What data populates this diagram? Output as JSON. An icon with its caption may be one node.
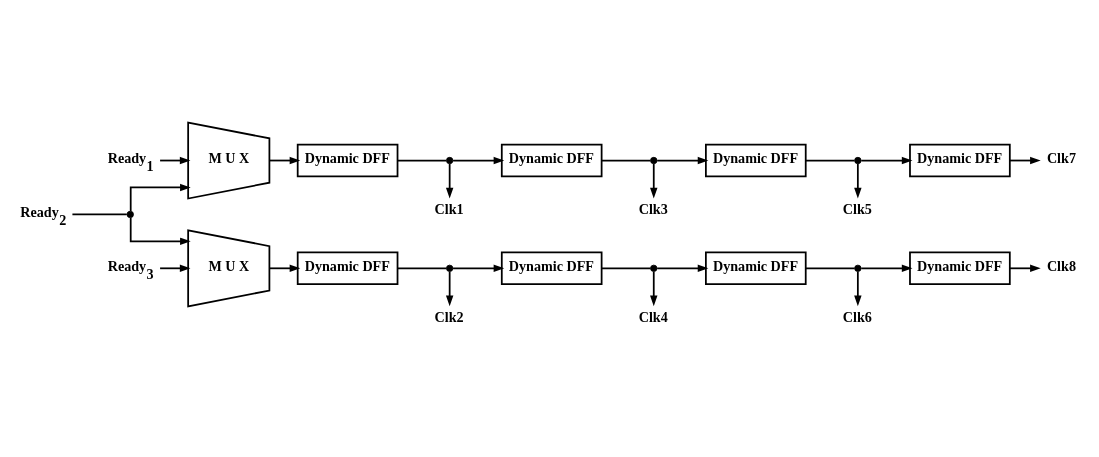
{
  "diagram": {
    "nodes": [
      {
        "text": [
          "Ready$_{1}$"
        ]
      },
      {
        "text": [
          "Ready$_{2}$"
        ]
      },
      {
        "text": [
          "Ready$_{3}$"
        ]
      },
      {
        "text": [],
        "shape": "circle"
      },
      {
        "text": [
          "M U X"
        ]
      },
      {
        "text": [
          "M U X"
        ]
      },
      {
        "text": [
          "Dynamic DFF"
        ]
      },
      {
        "text": [],
        "shape": "circle"
      },
      {
        "text": [
          "Clk1"
        ]
      },
      {
        "text": [
          "Dynamic DFF"
        ]
      },
      {
        "text": [],
        "shape": "circle"
      },
      {
        "text": [
          "Clk3"
        ]
      },
      {
        "text": [
          "Dynamic DFF"
        ]
      },
      {
        "text": [],
        "shape": "circle"
      },
      {
        "text": [
          "Clk5"
        ]
      },
      {
        "text": [
          "Dynamic DFF"
        ]
      },
      {
        "text": [
          "Clk7"
        ]
      },
      {
        "text": [
          "Dynamic DFF"
        ]
      },
      {
        "text": [],
        "shape": "circle"
      },
      {
        "text": [
          "Clk2"
        ]
      },
      {
        "text": [
          "Dynamic DFF"
        ]
      },
      {
        "text": [],
        "shape": "circle"
      },
      {
        "text": [
          "Clk4"
        ]
      },
      {
        "text": [
          "Dynamic DFF"
        ]
      },
      {
        "text": [],
        "shape": "circle"
      },
      {
        "text": [
          "Clk6"
        ]
      },
      {
        "text": [
          "Dynamic DFF"
        ]
      },
      {
        "text": [
          "Clk8"
        ]
      }
    ],
    "edges": [
      {
        "from": 0,
        "to": 4,
        "arrow": "to"
      },
      {
        "from": 1,
        "to": 3,
        "arrow": "none"
      },
      {
        "from": 3,
        "to": 4,
        "arrow": "to"
      },
      {
        "from": 3,
        "to": 5,
        "arrow": "to"
      },
      {
        "from": 2,
        "to": 5,
        "arrow": "to"
      },
      {
        "from": 4,
        "to": 6,
        "arrow": "to"
      },
      {
        "from": 6,
        "to": 7,
        "arrow": "none"
      },
      {
        "from": 7,
        "to": 8,
        "arrow": "to"
      },
      {
        "from": 7,
        "to": 9,
        "arrow": "to"
      },
      {
        "from": 9,
        "to": 10,
        "arrow": "none"
      },
      {
        "from": 10,
        "to": 11,
        "arrow": "to"
      },
      {
        "from": 10,
        "to": 12,
        "arrow": "to"
      },
      {
        "from": 12,
        "to": 13,
        "arrow": "none"
      },
      {
        "from": 13,
        "to": 14,
        "arrow": "to"
      },
      {
        "from": 13,
        "to": 15,
        "arrow": "to"
      },
      {
        "from": 15,
        "to": 16,
        "arrow": "to"
      },
      {
        "from": 5,
        "to": 17,
        "arrow": "to"
      },
      {
        "from": 17,
        "to": 18,
        "arrow": "none"
      },
      {
        "from": 18,
        "to": 19,
        "arrow": "to"
      },
      {
        "from": 18,
        "to": 20,
        "arrow": "to"
      },
      {
        "from": 20,
        "to": 21,
        "arrow": "none"
      },
      {
        "from": 21,
        "to": 22,
        "arrow": "to"
      },
      {
        "from": 21,
        "to": 23,
        "arrow": "to"
      },
      {
        "from": 23,
        "to": 24,
        "arrow": "none"
      },
      {
        "from": 24,
        "to": 25,
        "arrow": "to"
      },
      {
        "from": 24,
        "to": 26,
        "arrow": "to"
      },
      {
        "from": 26,
        "to": 27,
        "arrow": "to"
      }
    ]
  }
}
